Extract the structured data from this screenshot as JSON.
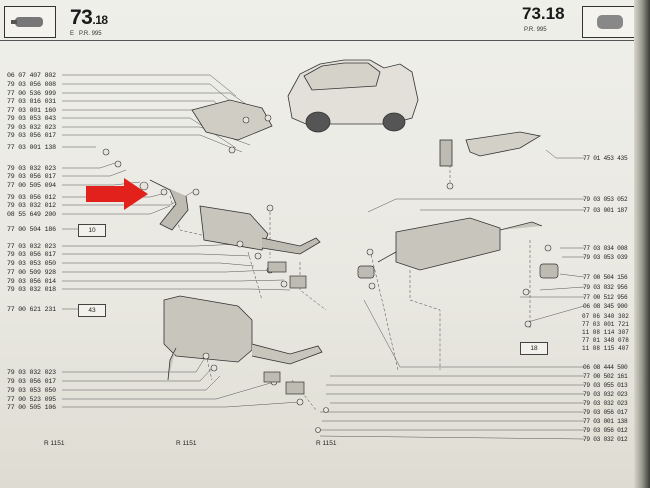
{
  "header": {
    "section": "73",
    "subsection": ".18",
    "edition": "E",
    "ref": "P.R. 995",
    "next_page": "73.18",
    "next_ref": "P.R. 995"
  },
  "left_parts": [
    "06 07 407 802",
    "79 03 056 008",
    "77 00 536 999",
    "77 03 016 031",
    "77 03 001 160",
    "79 03 053 043",
    "79 03 032 023",
    "79 03 056 017",
    "77 03 001 138",
    "79 03 032 023",
    "79 03 056 017",
    "77 00 505 094",
    "79 03 056 012",
    "79 03 032 012",
    "08 55 649 200",
    "77 00 504 186",
    "77 03 032 023",
    "79 03 056 017",
    "79 03 053 050",
    "77 00 509 928",
    "79 03 056 014",
    "79 03 032 018",
    "77 00 621 231",
    "79 03 032 023",
    "79 03 056 017",
    "79 03 053 050",
    "77 00 523 095",
    "77 00 505 106"
  ],
  "refs": [
    "10",
    "43",
    "18"
  ],
  "right_parts": [
    "77 01 453 435",
    "79 03 053 052",
    "77 03 001 187",
    "77 03 034 008",
    "79 03 053 039",
    "77 00 504 156",
    "79 03 032 956",
    "77 00 512 956",
    "06 08 345 900",
    "07 06 340 302",
    "77 03 001 721",
    "11 08 114 307",
    "77 01 348 078",
    "11 08 115 407",
    "06 08 444 500",
    "77 00 502 161",
    "79 03 055 013",
    "79 03 032 023",
    "79 03 032 023",
    "79 03 056 017",
    "77 03 001 138",
    "79 03 056 012",
    "79 03 032 012"
  ],
  "footer": [
    "R 1151",
    "R 1151",
    "R 1151"
  ],
  "colors": {
    "paper": "#eceae3",
    "ink": "#222222",
    "highlight_arrow": "#e2201c"
  }
}
